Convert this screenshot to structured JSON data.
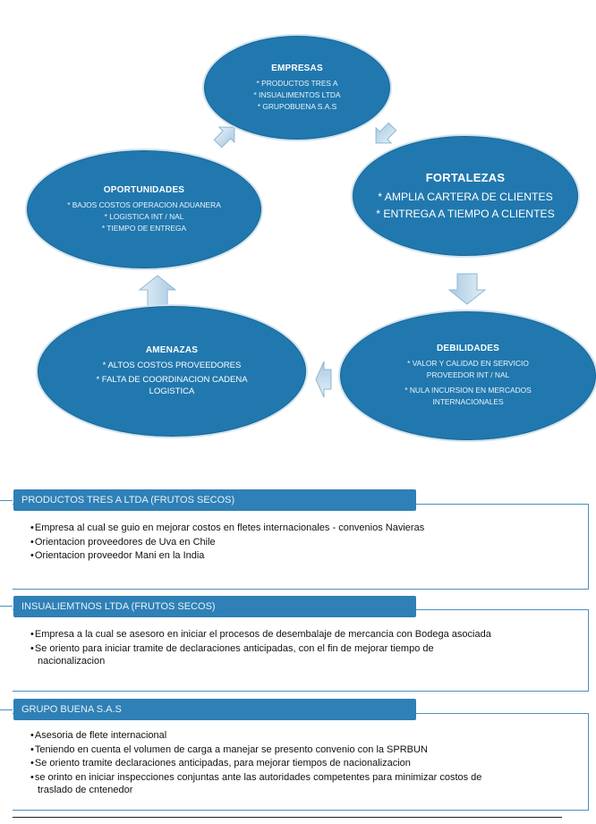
{
  "diagram": {
    "empresas": {
      "title": "EMPRESAS",
      "items": [
        "* PRODUCTOS TRES A",
        "* INSUALIMENTOS LTDA",
        "* GRUPOBUENA S.A.S"
      ]
    },
    "fortalezas": {
      "title": "FORTALEZAS",
      "items": [
        "* AMPLIA CARTERA DE CLIENTES",
        "* ENTREGA A TIEMPO A CLIENTES"
      ]
    },
    "debilidades": {
      "title": "DEBILIDADES",
      "items": [
        "*  VALOR Y CALIDAD EN SERVICIO PROVEEDOR INT / NAL",
        "* NULA INCURSION  EN MERCADOS INTERNACIONALES"
      ]
    },
    "amenazas": {
      "title": "AMENAZAS",
      "items": [
        "* ALTOS COSTOS PROVEEDORES",
        "*  FALTA DE COORDINACION CADENA LOGISTICA"
      ]
    },
    "oportunidades": {
      "title": "OPORTUNIDADES",
      "items": [
        "* BAJOS COSTOS OPERACION ADUANERA",
        "* LOGISTICA INT / NAL",
        "* TIEMPO DE ENTREGA"
      ]
    },
    "colors": {
      "node_fill": "#2178ae",
      "arrow_fill": "#bcd8ea",
      "header_fill": "#2e80b6"
    }
  },
  "sections": [
    {
      "header": "PRODUCTOS TRES A LTDA (FRUTOS SECOS)",
      "bullets": [
        "Empresa al cual se guio en mejorar costos en fletes internacionales - convenios Navieras",
        "Orientacion proveedores de Uva en Chile",
        "Orientacion proveedor Mani en la India"
      ]
    },
    {
      "header": "INSUALIEMTNOS LTDA (FRUTOS SECOS)",
      "bullets": [
        "Empresa a la cual se asesoro en iniciar el procesos de desembalaje de mercancia con Bodega asociada",
        "Se oriento para iniciar tramite de declaraciones anticipadas, con el fin de mejorar tiempo de nacionalizacion"
      ]
    },
    {
      "header": "GRUPO BUENA S.A.S",
      "bullets": [
        "Asesoria de flete internacional",
        "Teniendo en cuenta el volumen de carga a manejar se presento convenio con  la SPRBUN",
        "Se oriento tramite declaraciones anticipadas, para mejorar tiempos de nacionalizacion",
        "se orinto en iniciar inspecciones conjuntas ante las autoridades competentes para minimizar costos de traslado de cntenedor"
      ]
    }
  ]
}
